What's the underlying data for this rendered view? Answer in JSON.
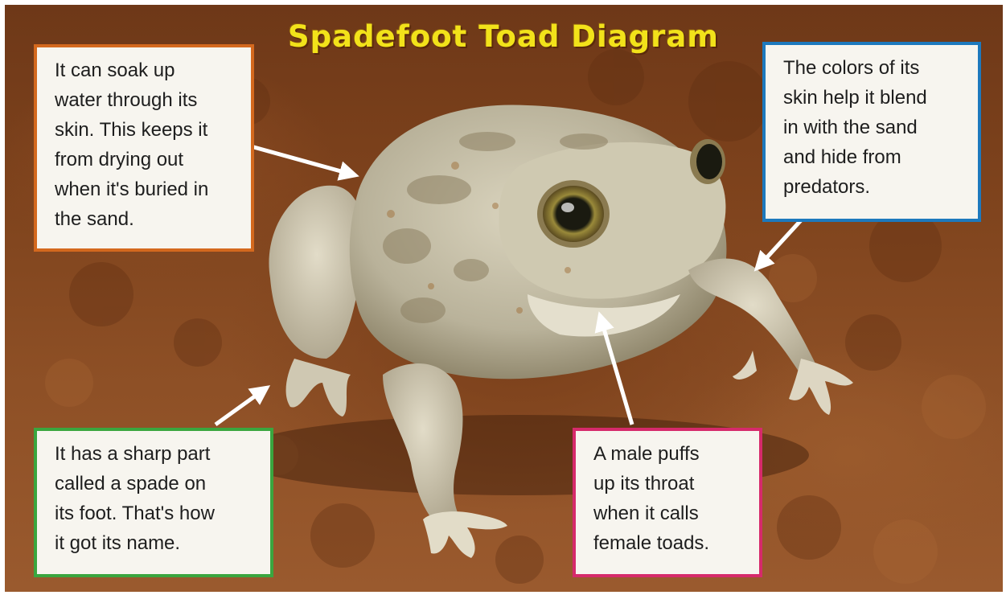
{
  "title": "Spadefoot Toad Diagram",
  "callouts": {
    "skin": "It can soak up\nwater through its\nskin. This keeps it\nfrom drying out\nwhen it's buried in\nthe sand.",
    "colors": "The colors of its\nskin help it blend\nin with the sand\nand hide from\npredators.",
    "spade": "It has a sharp part\ncalled a spade on\nits foot. That's how\nit got its name.",
    "male": "A male puffs\nup its throat\nwhen it calls\nfemale toads."
  },
  "border_colors": {
    "skin": "#d4691e",
    "colors": "#1d79bd",
    "spade": "#3aa63f",
    "male": "#d62a6b"
  },
  "title_color": "#f2e21a"
}
